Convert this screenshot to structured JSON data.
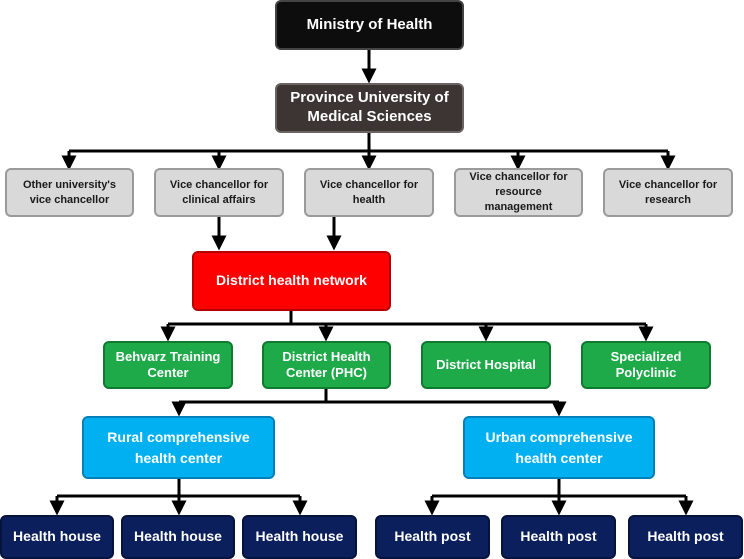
{
  "nodes": {
    "ministry": "Ministry  of Health",
    "province_university": "Province University of\nMedical Sciences",
    "vc_other": "Other university's\nvice chancellor",
    "vc_clinical": "Vice chancellor for\nclinical affairs",
    "vc_health": "Vice chancellor for\nhealth",
    "vc_resource": "Vice chancellor for\nresource\nmanagement",
    "vc_research": "Vice chancellor for\nresearch",
    "district_network": "District health network",
    "behvarz": "Behvarz Training\nCenter",
    "district_center": "District Health\nCenter (PHC)",
    "district_hospital": "District Hospital",
    "polyclinic": "Specialized\nPolyclinic",
    "rural_center": "Rural comprehensive\nhealth center",
    "urban_center": "Urban comprehensive\nhealth center",
    "health_house_1": "Health house",
    "health_house_2": "Health house",
    "health_house_3": "Health house",
    "health_post_1": "Health post",
    "health_post_2": "Health post",
    "health_post_3": "Health post"
  },
  "colors": {
    "top": "#0d0d0d",
    "university": "#3c3533",
    "vice_chancellor": "#d9d9d9",
    "network": "#ff0000",
    "facility": "#1faa49",
    "comprehensive_center": "#00b0f0",
    "health_unit": "#0b1f5c",
    "connector": "#000000"
  }
}
